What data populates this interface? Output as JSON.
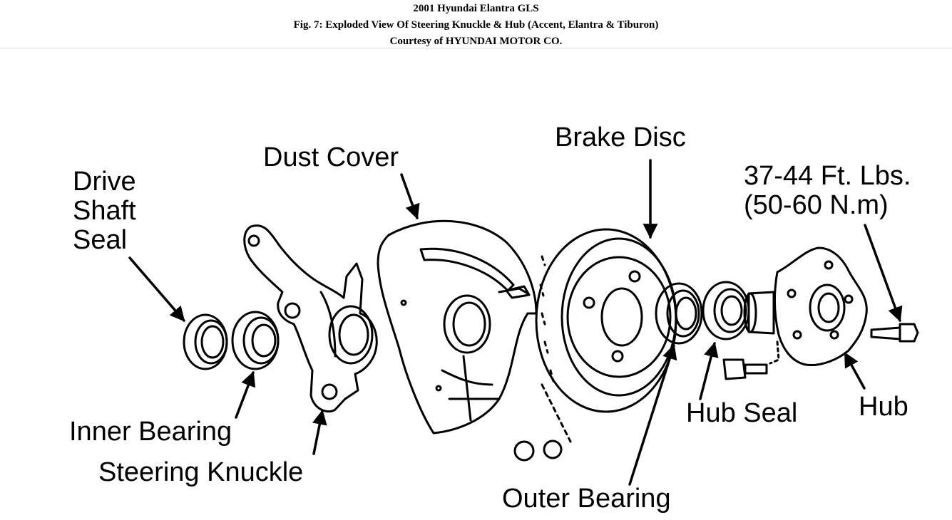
{
  "header": {
    "vehicle": "2001 Hyundai Elantra GLS",
    "figure": "Fig. 7: Exploded View Of Steering Knuckle & Hub (Accent, Elantra & Tiburon)",
    "courtesy": "Courtesy of HYUNDAI MOTOR CO."
  },
  "labels": {
    "drive_shaft_seal": [
      "Drive",
      "Shaft",
      "Seal"
    ],
    "dust_cover": "Dust Cover",
    "brake_disc": "Brake Disc",
    "torque_ft": "37-44 Ft. Lbs.",
    "torque_nm": "(50-60 N.m)",
    "inner_bearing": "Inner Bearing",
    "steering_knuckle": "Steering Knuckle",
    "outer_bearing": "Outer Bearing",
    "hub_seal": "Hub Seal",
    "hub": "Hub"
  }
}
